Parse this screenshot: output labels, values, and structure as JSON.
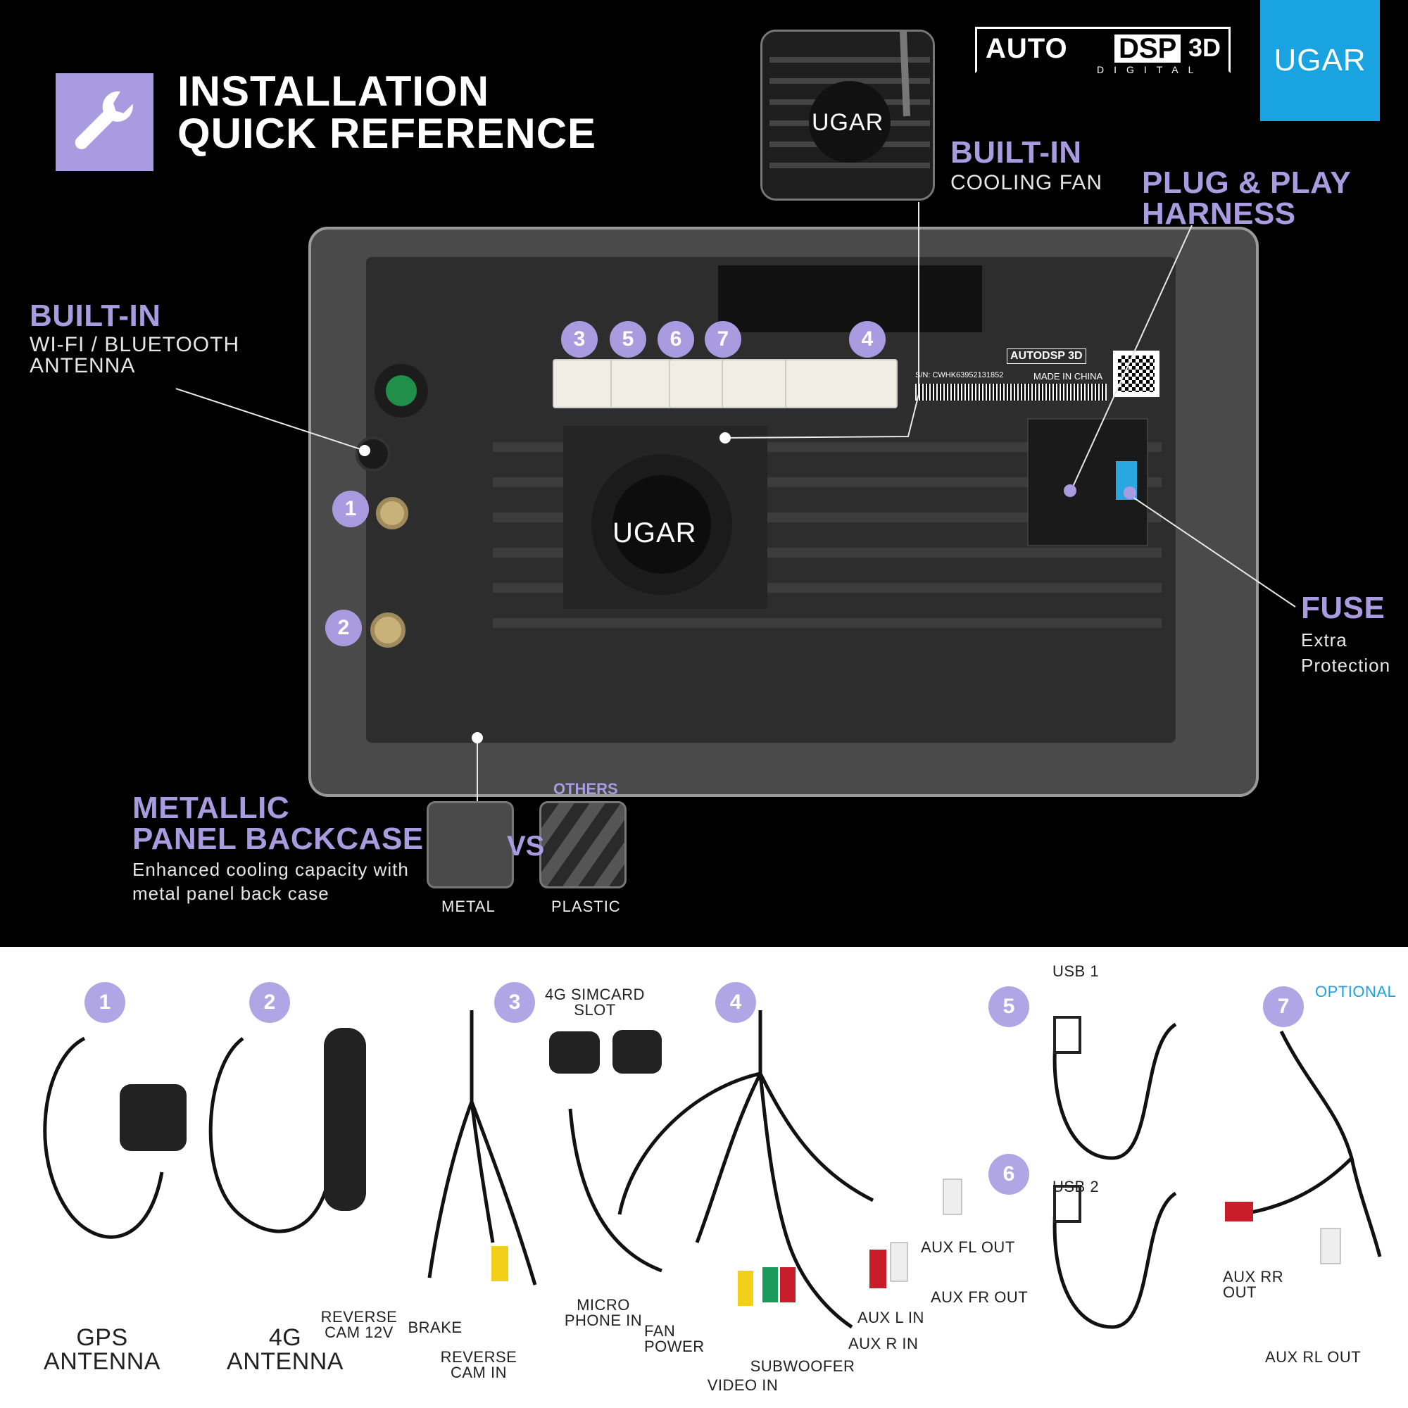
{
  "header": {
    "title_line1": "INSTALLATION",
    "title_line2": "QUICK REFERENCE",
    "brand_left_a": "AUTO",
    "brand_left_b": "DSP",
    "brand_left_c": "3D",
    "brand_left_d": "DIGITAL",
    "brand_right": "UGAR"
  },
  "colors": {
    "accent": "#a99be0",
    "brand_blue": "#19a3e0",
    "background": "#000000"
  },
  "callouts": {
    "fan_h": "BUILT-IN",
    "fan_s": "COOLING FAN",
    "harness_h1": "PLUG & PLAY",
    "harness_h2": "HARNESS",
    "antenna_h": "BUILT-IN",
    "antenna_s1": "WI-FI / BLUETOOTH",
    "antenna_s2": "ANTENNA",
    "fuse_h": "FUSE",
    "fuse_s1": "Extra",
    "fuse_s2": "Protection",
    "panel_h1": "METALLIC",
    "panel_h2": "PANEL BACKCASE",
    "panel_s1": "Enhanced cooling capacity with",
    "panel_s2": "metal panel back case",
    "others": "OTHERS",
    "vs": "VS",
    "metal": "METAL",
    "plastic": "PLASTIC"
  },
  "unit": {
    "fan_logo": "UGAR",
    "inset_logo": "UGAR",
    "label_brand": "AUTODSP 3D",
    "label_sn": "S/N: CWHK63952131852",
    "label_made": "MADE IN CHINA",
    "port_numbers": [
      "3",
      "5",
      "6",
      "7",
      "4"
    ],
    "side_numbers": [
      "1",
      "2"
    ]
  },
  "accessories": {
    "n1": "1",
    "n2": "2",
    "n3": "3",
    "n4": "4",
    "n5": "5",
    "n6": "6",
    "n7": "7",
    "gps_1": "GPS",
    "gps_2": "ANTENNA",
    "g4_1": "4G",
    "g4_2": "ANTENNA",
    "simcard_1": "4G SIMCARD",
    "simcard_2": "SLOT",
    "reverse12_1": "REVERSE",
    "reverse12_2": "CAM 12V",
    "brake": "BRAKE",
    "reversein_1": "REVERSE",
    "reversein_2": "CAM IN",
    "mic_1": "MICRO",
    "mic_2": "PHONE IN",
    "fan_1": "FAN",
    "fan_2": "POWER",
    "subwoofer": "SUBWOOFER",
    "videoin": "VIDEO IN",
    "aux_l_in": "AUX L IN",
    "aux_r_in": "AUX R IN",
    "aux_fl_out": "AUX FL OUT",
    "aux_fr_out": "AUX FR OUT",
    "usb1": "USB 1",
    "usb2": "USB 2",
    "optional": "OPTIONAL",
    "aux_rr_out": "AUX RR OUT",
    "aux_rl_out": "AUX RL OUT"
  }
}
